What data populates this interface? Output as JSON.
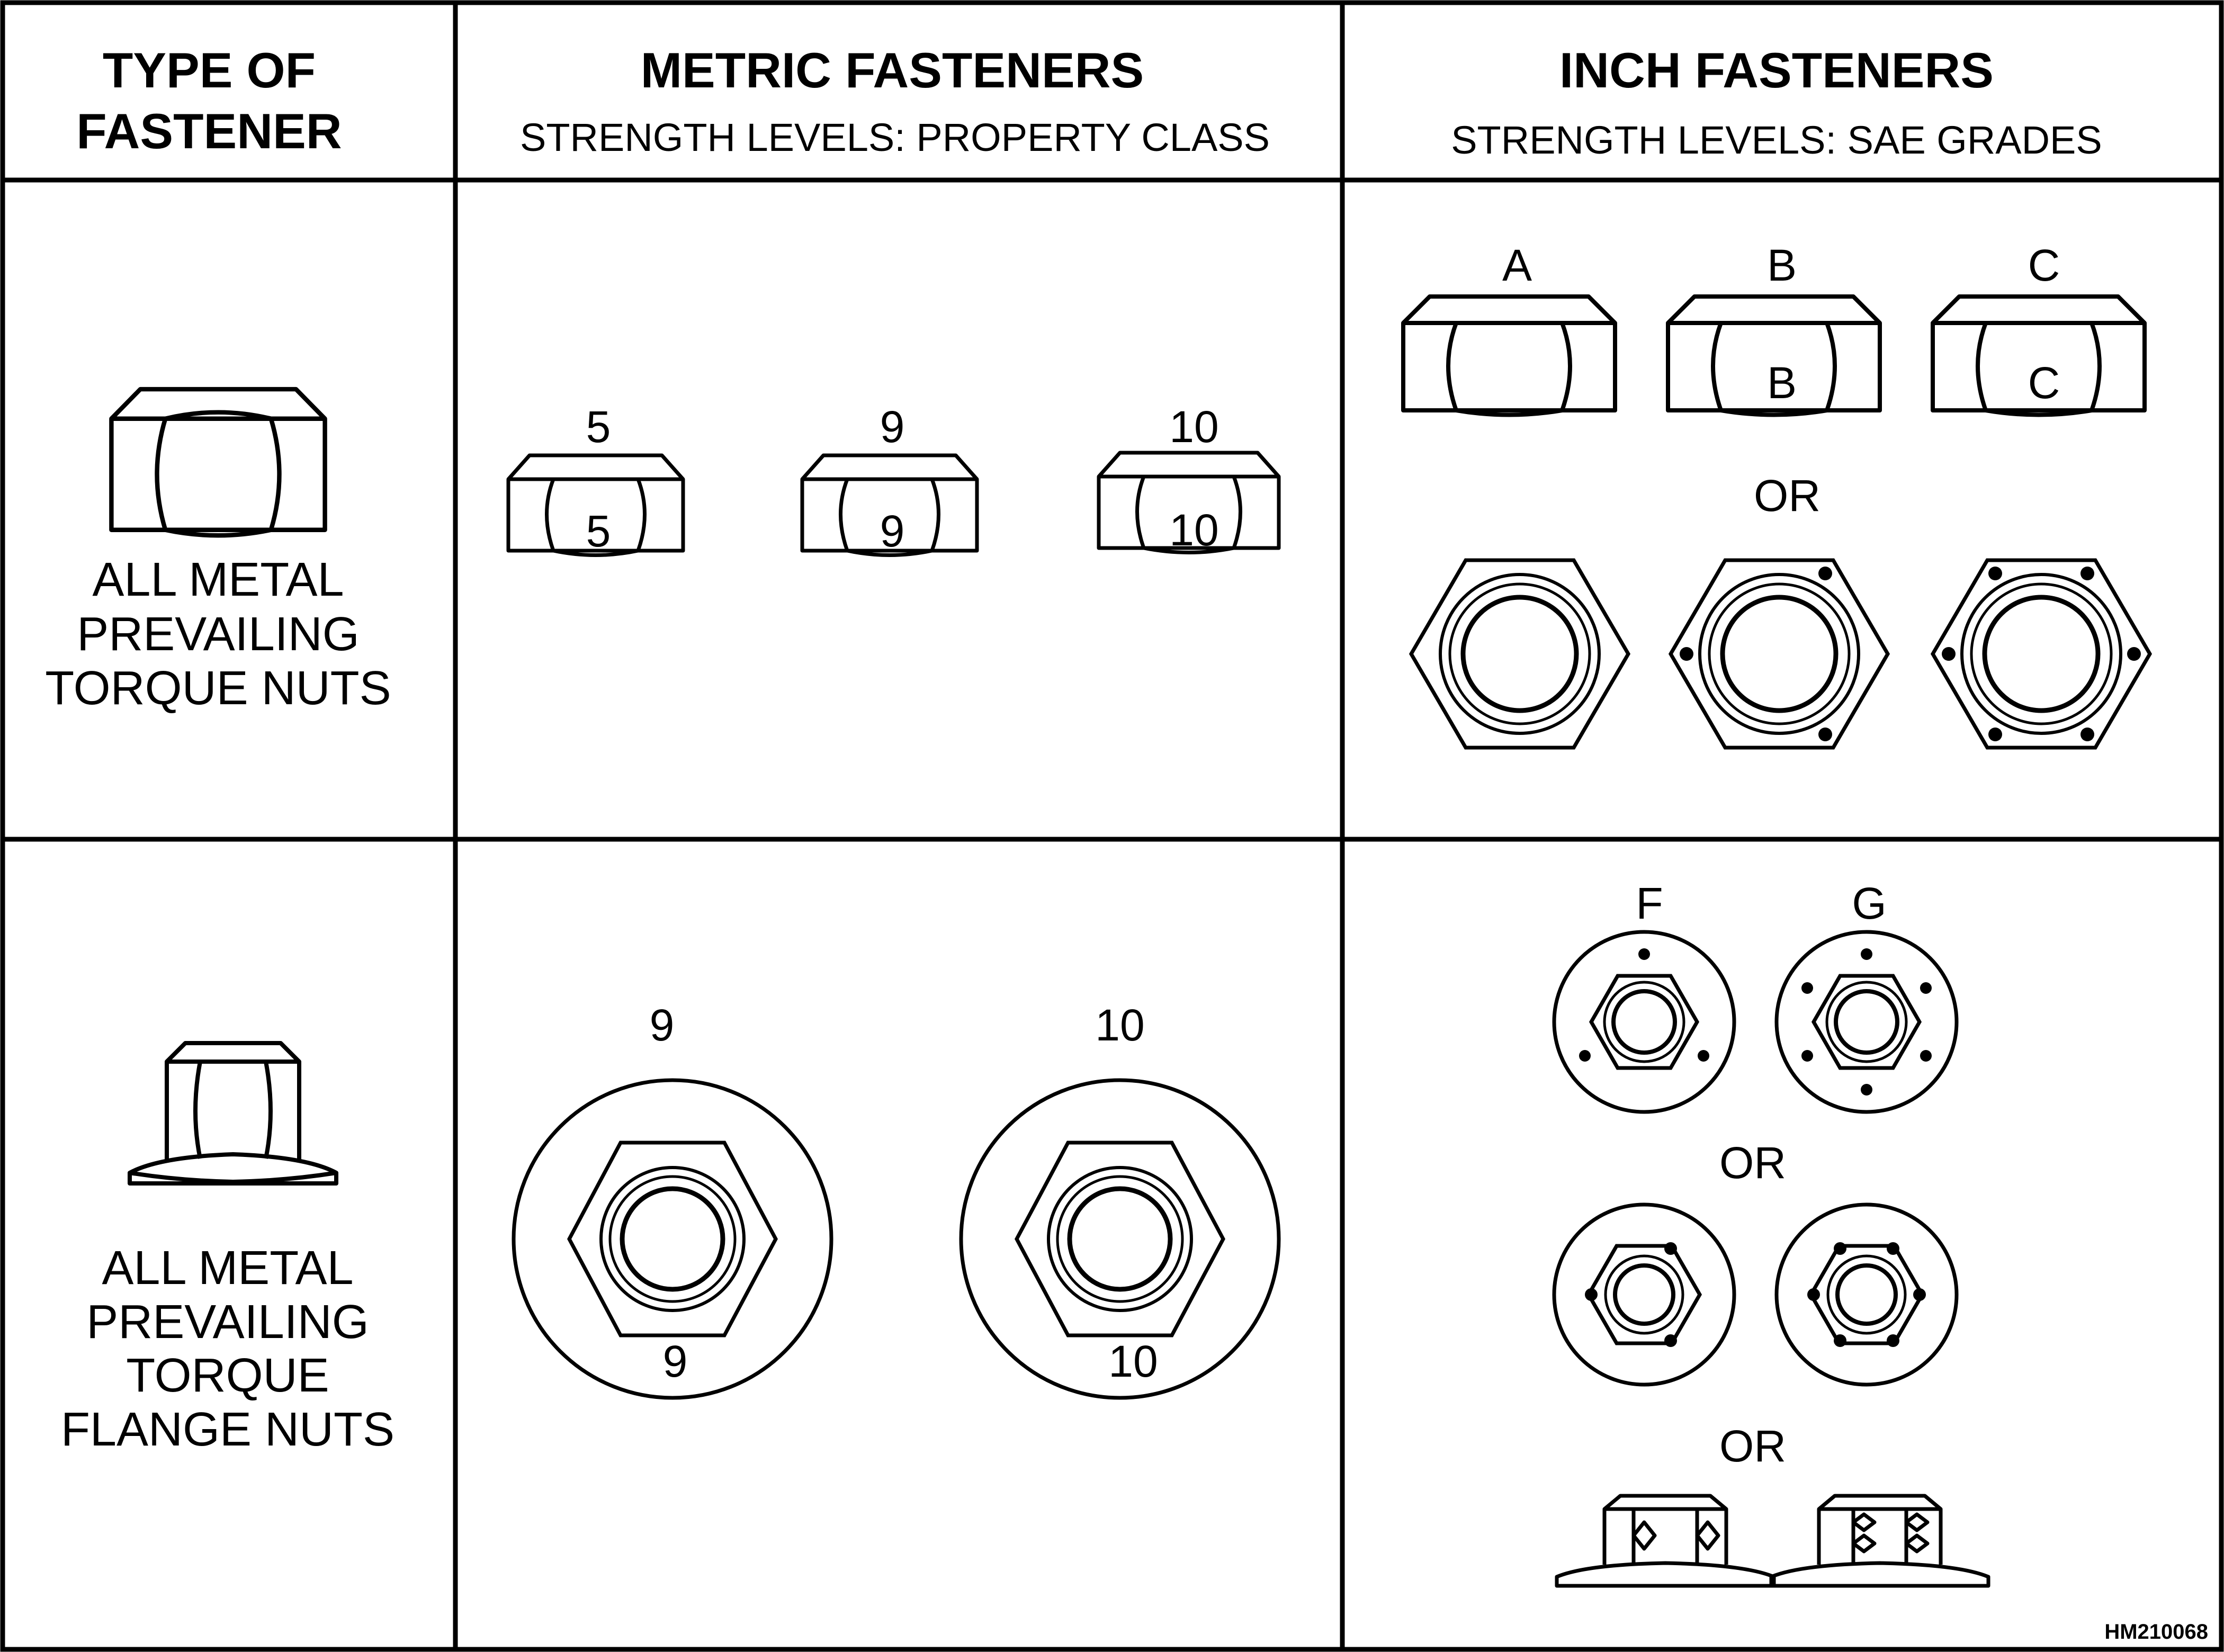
{
  "header": {
    "type_col": [
      "TYPE OF",
      "FASTENER"
    ],
    "metric_title": "METRIC FASTENERS",
    "metric_sub": "STRENGTH LEVELS: PROPERTY CLASS",
    "inch_title": "INCH FASTENERS",
    "inch_sub": "STRENGTH LEVELS: SAE GRADES"
  },
  "rows": [
    {
      "name_lines": [
        "ALL METAL",
        "PREVAILING",
        "TORQUE NUTS"
      ],
      "metric_classes": [
        {
          "top": "5",
          "face": "5"
        },
        {
          "top": "9",
          "face": "9"
        },
        {
          "top": "10",
          "face": "10"
        }
      ],
      "inch_grades": [
        {
          "top": "A",
          "face": ""
        },
        {
          "top": "B",
          "face": "B"
        },
        {
          "top": "C",
          "face": "C"
        }
      ],
      "inch_or": "OR"
    },
    {
      "name_lines": [
        "ALL METAL",
        "PREVAILING",
        "TORQUE",
        "FLANGE NUTS"
      ],
      "metric_classes": [
        {
          "top": "9",
          "face": "9"
        },
        {
          "top": "10",
          "face": "10"
        }
      ],
      "inch_grades": [
        {
          "top": "F"
        },
        {
          "top": "G"
        }
      ],
      "inch_or_1": "OR",
      "inch_or_2": "OR"
    }
  ],
  "figure_code": "HM210068"
}
